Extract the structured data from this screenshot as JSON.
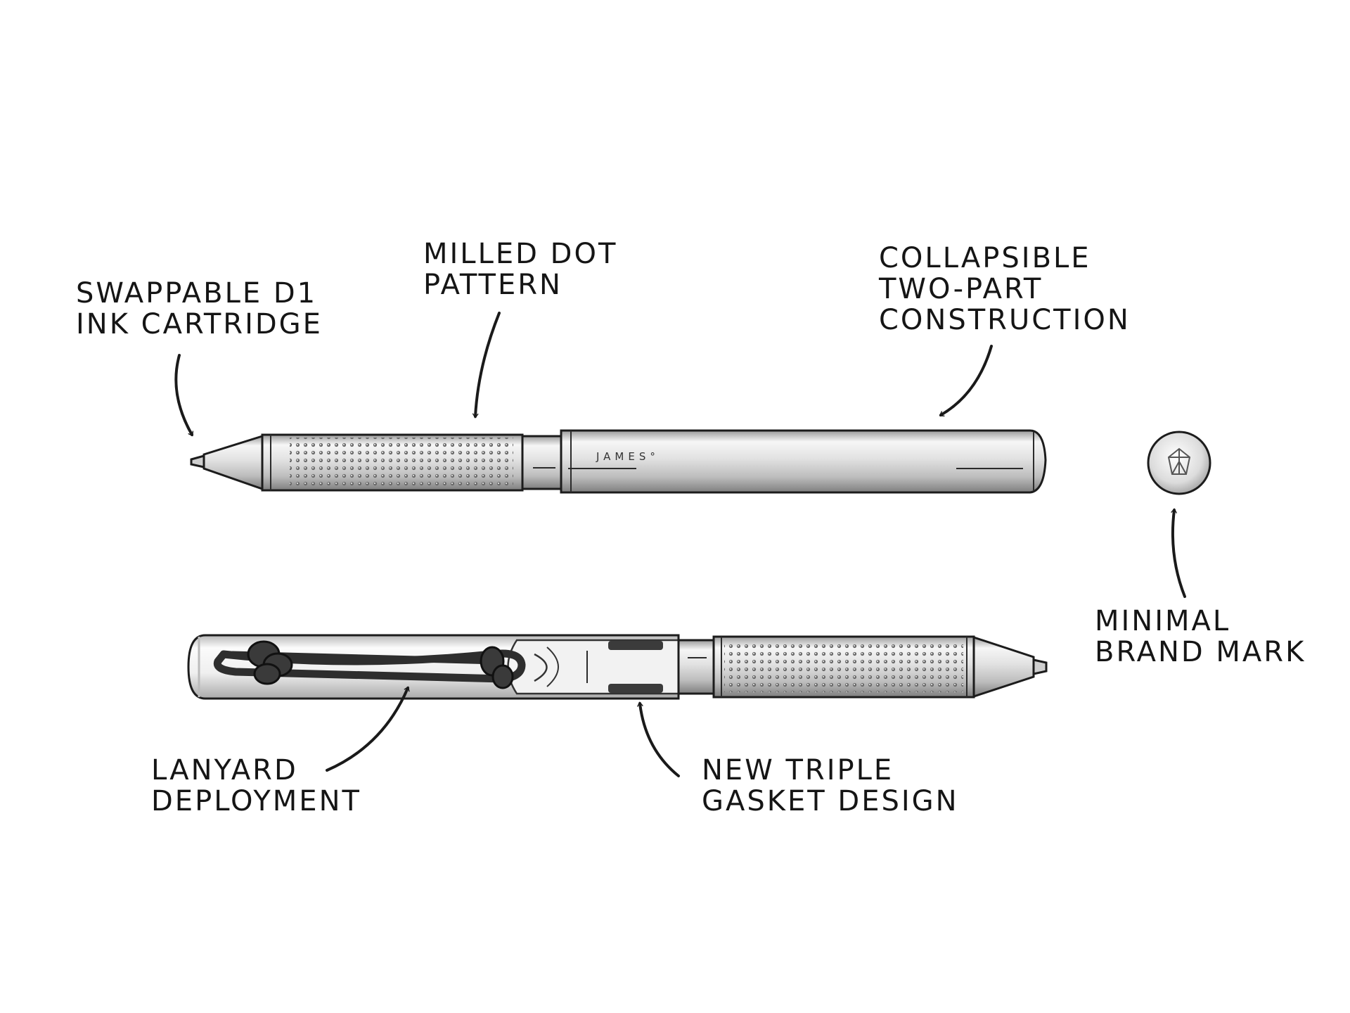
{
  "callouts": {
    "swappable": {
      "line1": "Swappable D1",
      "line2": "Ink Cartridge"
    },
    "milled": {
      "line1": "Milled Dot",
      "line2": "Pattern"
    },
    "collapsible": {
      "line1": "Collapsible",
      "line2": "Two-Part",
      "line3": "Construction"
    },
    "brand_mark": {
      "line1": "Minimal",
      "line2": "Brand Mark"
    },
    "lanyard": {
      "line1": "Lanyard",
      "line2": "Deployment"
    },
    "gasket": {
      "line1": "New Triple",
      "line2": "Gasket Design"
    }
  },
  "pen": {
    "brand_text": "JAMES°"
  },
  "colors": {
    "ink": "#1a1a1a",
    "metal_light": "#f4f4f4",
    "metal_mid": "#c9c9c9",
    "metal_dark": "#8a8a8a",
    "cord": "#2e2e2e"
  }
}
